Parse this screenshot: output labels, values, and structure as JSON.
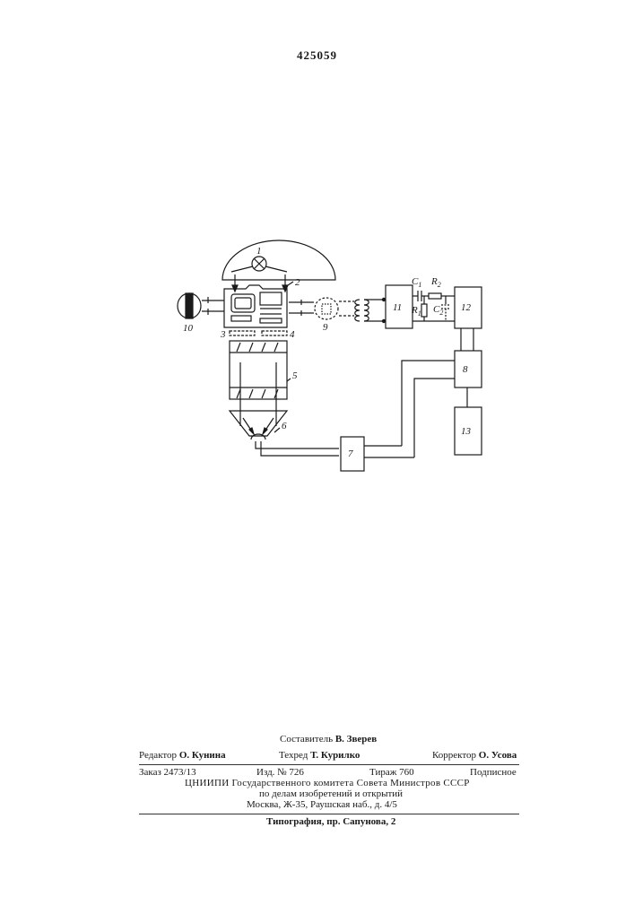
{
  "document": {
    "patent_number": "425059"
  },
  "figure": {
    "labels": {
      "n1": "1",
      "n2": "2",
      "n3": "3",
      "n4": "4",
      "n5": "5",
      "n6": "6",
      "n7": "7",
      "n8": "8",
      "n9": "9",
      "n10": "10",
      "n11": "11",
      "n12": "12",
      "n13": "13",
      "c1": "C",
      "c1_sub": "1",
      "c2": "C",
      "c2_sub": "2",
      "r1": "R",
      "r1_sub": "1",
      "r2": "R",
      "r2_sub": "2"
    }
  },
  "colophon": {
    "compiler_label": "Составитель",
    "compiler_name": "В. Зверев",
    "editor_label": "Редактор",
    "editor_name": "О. Кунина",
    "techred_label": "Техред",
    "techred_name": "Т. Курилко",
    "corrector_label": "Корректор",
    "corrector_name": "О. Усова",
    "order": "Заказ 2473/13",
    "edition": "Изд. № 726",
    "circulation": "Тираж 760",
    "subscription": "Подписное",
    "org_line1": "ЦНИИПИ Государственного комитета Совета Министров СССР",
    "org_line2": "по делам изобретений и открытий",
    "address": "Москва, Ж-35, Раушская наб., д. 4/5",
    "printer": "Типография, пр. Сапунова, 2"
  }
}
